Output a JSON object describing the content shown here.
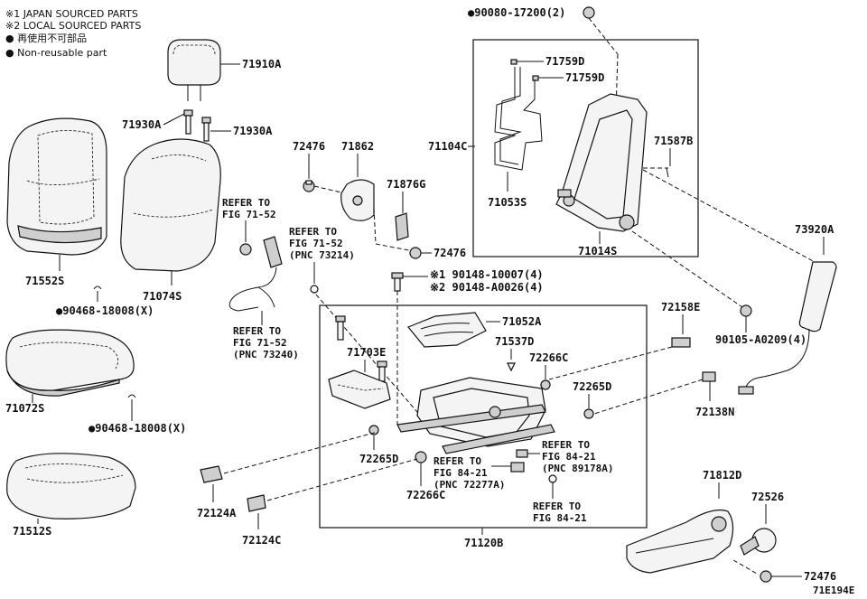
{
  "legend": {
    "line1": "※1 JAPAN SOURCED PARTS",
    "line2": "※2 LOCAL SOURCED PARTS",
    "line3": "● 再使用不可部品",
    "line4": "● Non-reusable part"
  },
  "parts": {
    "p90080": "●90080-17200(2)",
    "p71910A": "71910A",
    "p71930A_1": "71930A",
    "p71930A_2": "71930A",
    "p71759D_1": "71759D",
    "p71759D_2": "71759D",
    "p71587B": "71587B",
    "p71104C": "71104C",
    "p71053S": "71053S",
    "p71014S": "71014S",
    "p72476_1": "72476",
    "p71862": "71862",
    "p71876G": "71876G",
    "p72476_2": "72476",
    "p71552S": "71552S",
    "p71074S": "71074S",
    "p90468_1": "●90468-18008(X)",
    "p73920A": "73920A",
    "p90148_1": "※1 90148-10007(4)",
    "p90148_2": "※2 90148-A0026(4)",
    "p72158E": "72158E",
    "p71052A": "71052A",
    "p71703E": "71703E",
    "p71537D": "71537D",
    "p72266C_1": "72266C",
    "p90105": "90105-A0209(4)",
    "p72265D_1": "72265D",
    "p72138N": "72138N",
    "p71072S": "71072S",
    "p90468_2": "●90468-18008(X)",
    "p72265D_2": "72265D",
    "p72266C_2": "72266C",
    "p72124A": "72124A",
    "p72124C": "72124C",
    "p71512S": "71512S",
    "p71120B": "71120B",
    "p71812D": "71812D",
    "p72526": "72526",
    "p72476_3": "72476"
  },
  "refs": {
    "r1_a": "REFER TO",
    "r1_b": "FIG 71-52",
    "r2_a": "REFER TO",
    "r2_b": "FIG 71-52",
    "r2_c": "(PNC 73214)",
    "r3_a": "REFER TO",
    "r3_b": "FIG 71-52",
    "r3_c": "(PNC 73240)",
    "r4_a": "REFER TO",
    "r4_b": "FIG 84-21",
    "r4_c": "(PNC 89178A)",
    "r5_a": "REFER TO",
    "r5_b": "FIG 84-21",
    "r5_c": "(PNC 72277A)",
    "r6_a": "REFER TO",
    "r6_b": "FIG 84-21"
  },
  "figure_id": "71E194E"
}
